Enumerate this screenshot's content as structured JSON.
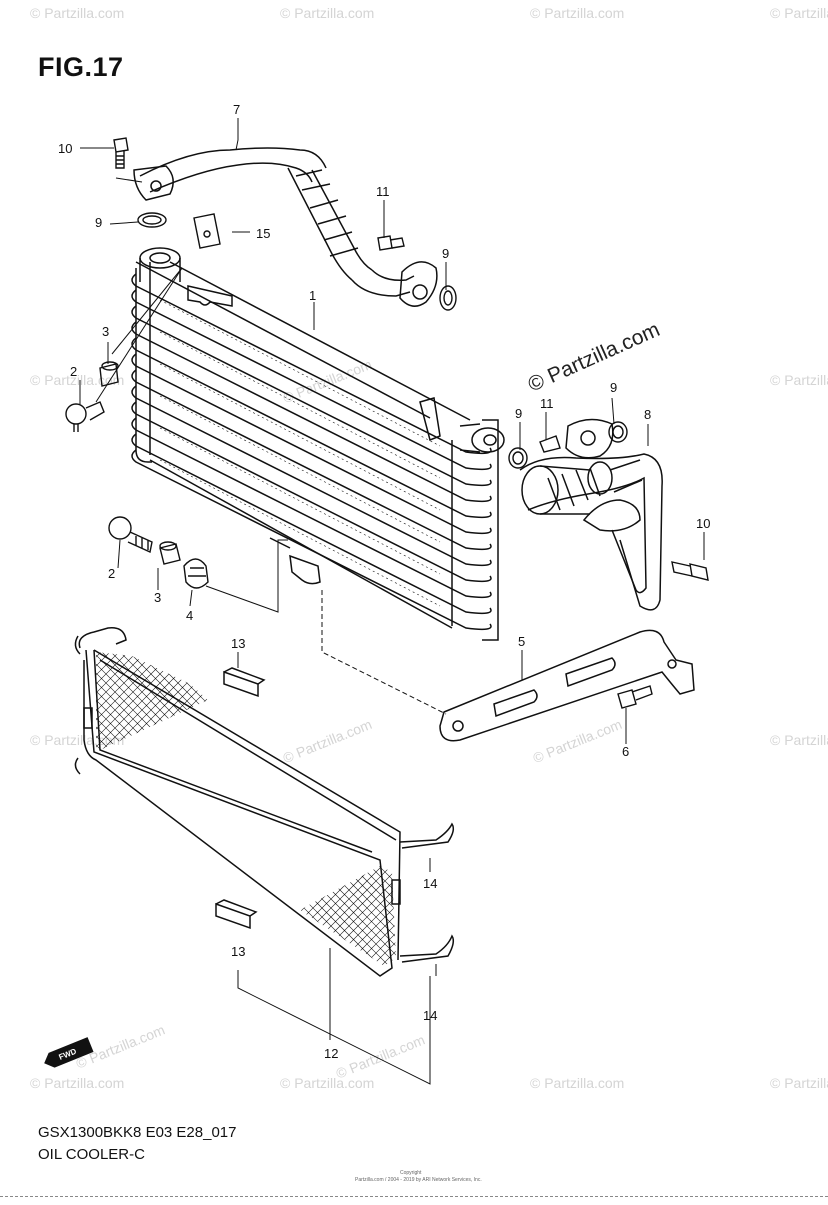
{
  "figure": {
    "title": "FIG.17",
    "model_code": "GSX1300BKK8 E03 E28_017",
    "diagram_name": "OIL COOLER-C",
    "watermark_logo": "© Partzilla.com",
    "watermark_small": "© Partzilla.com",
    "fine_print_1": "Copyright",
    "fine_print_2": "Partzilla.com / 2004 - 2019 by ARI Network Services, Inc."
  },
  "callouts": {
    "n1": "1",
    "n2a": "2",
    "n2b": "2",
    "n3a": "3",
    "n3b": "3",
    "n4": "4",
    "n5": "5",
    "n6": "6",
    "n7": "7",
    "n8": "8",
    "n9a": "9",
    "n9b": "9",
    "n9c": "9",
    "n9d": "9",
    "n10a": "10",
    "n10b": "10",
    "n11a": "11",
    "n11b": "11",
    "n12": "12",
    "n13a": "13",
    "n13b": "13",
    "n14a": "14",
    "n14b": "14",
    "n15": "15"
  },
  "fwd_label": "FWD"
}
